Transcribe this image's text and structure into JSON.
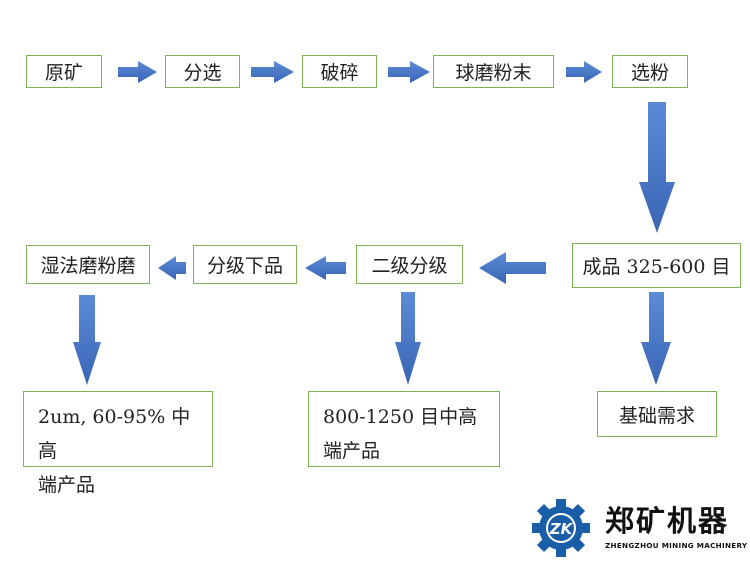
{
  "nodes": {
    "ore": "原矿",
    "sorting": "分选",
    "crushing": "破碎",
    "ball_mill": "球磨粉末",
    "powder_select": "选粉",
    "product_325_600": "成品 325-600 目",
    "secondary_classify": "二级分级",
    "classify_lower": "分级下品",
    "wet_mill": "湿法磨粉磨",
    "basic_demand": "基础需求",
    "product_800_1250_line1": "800-1250 目中高",
    "product_800_1250_line2": "端产品",
    "product_2um_line1": "2um, 60-95% 中高",
    "product_2um_line2": "端产品"
  },
  "logo": {
    "mark_text": "ZK",
    "name": "郑矿机器",
    "subtitle": "ZHENGZHOU MINING MACHINERY"
  },
  "colors": {
    "arrow": "#4472c4",
    "box_border": "#7fb35a",
    "logo_gear": "#1a5ea8"
  }
}
